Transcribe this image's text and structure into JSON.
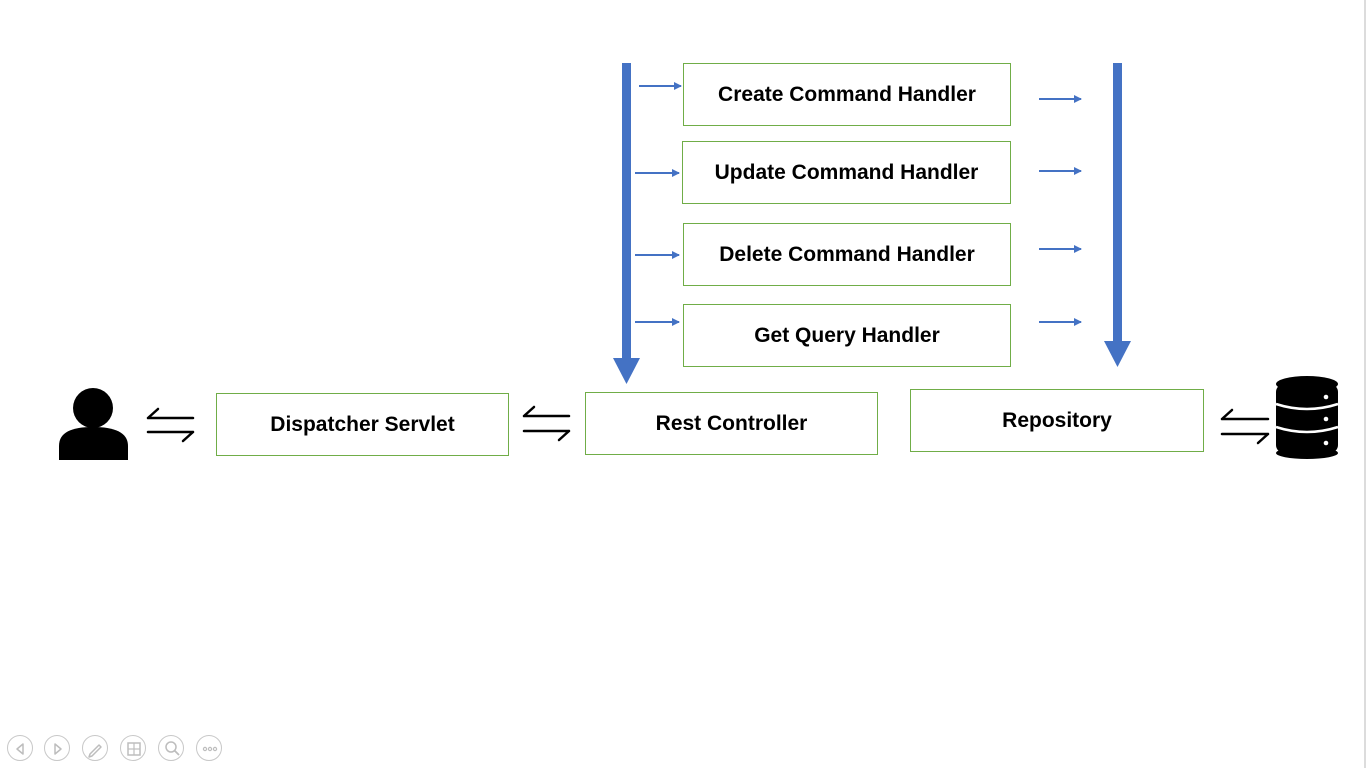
{
  "diagram": {
    "handlers": [
      {
        "label": "Create Command Handler"
      },
      {
        "label": "Update Command Handler"
      },
      {
        "label": "Delete Command Handler"
      },
      {
        "label": "Get Query Handler"
      }
    ],
    "main_flow": {
      "dispatcher": "Dispatcher Servlet",
      "controller": "Rest Controller",
      "repository": "Repository"
    },
    "actors": {
      "user_icon": "person-icon",
      "database_icon": "database-icon"
    },
    "colors": {
      "box_border": "#70ad47",
      "flow_arrow": "#4472c4",
      "exchange_arrow": "#000000"
    }
  },
  "slideshow_toolbar": {
    "buttons": [
      {
        "icon": "previous-icon"
      },
      {
        "icon": "next-icon"
      },
      {
        "icon": "pen-icon"
      },
      {
        "icon": "see-all-slides-icon"
      },
      {
        "icon": "zoom-icon"
      },
      {
        "icon": "more-options-icon"
      }
    ]
  }
}
